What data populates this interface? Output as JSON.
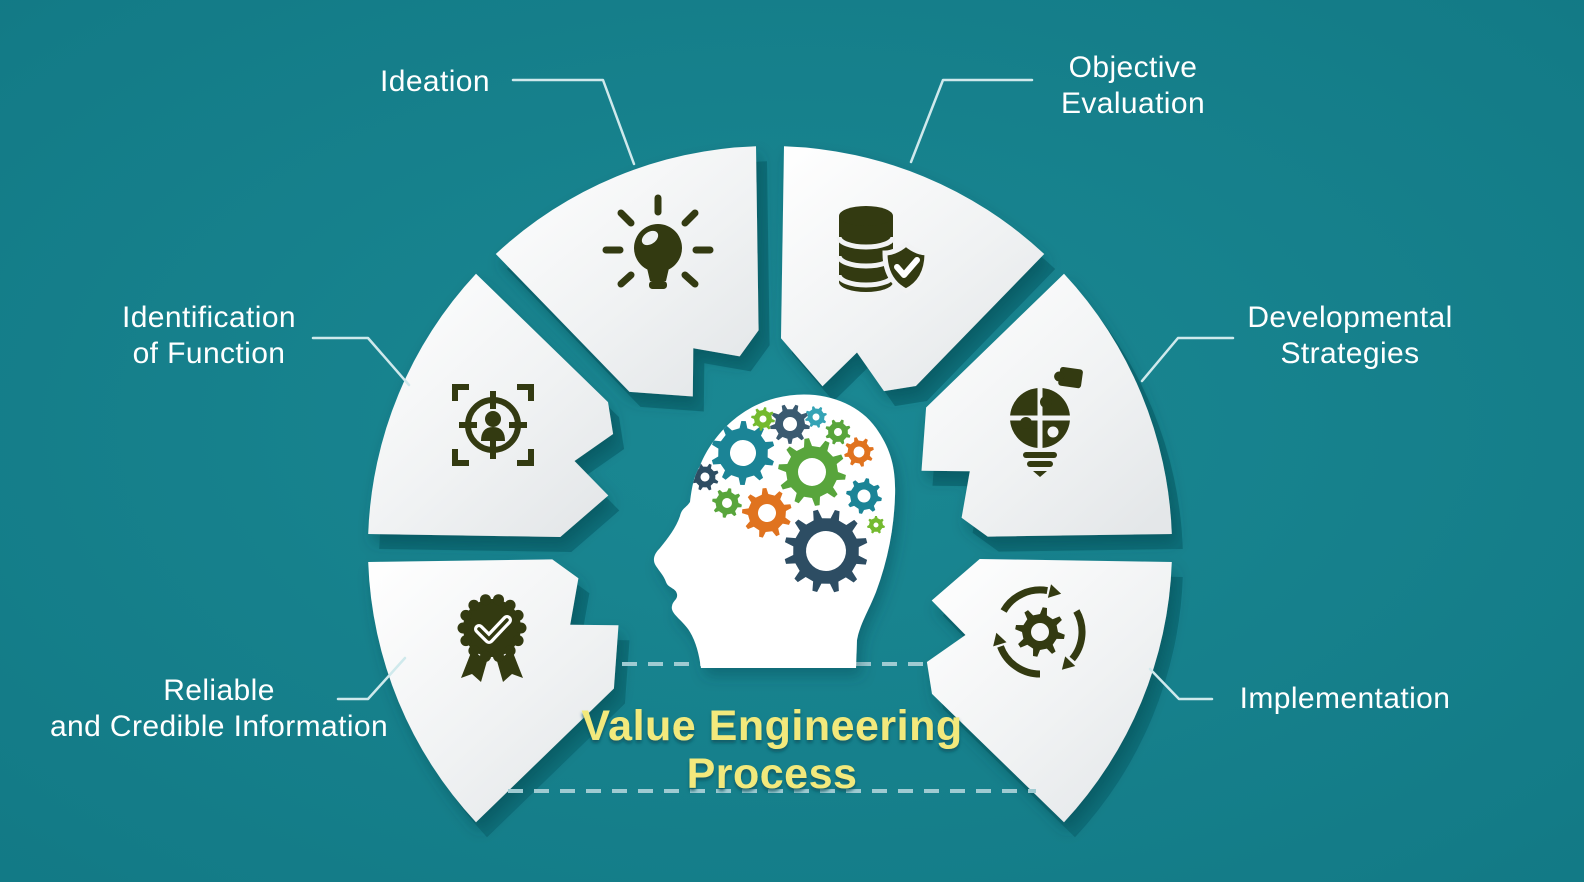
{
  "title": {
    "line1": "Value Engineering",
    "line2": "Process"
  },
  "segments": [
    {
      "name": "ideation",
      "lines": [
        "Ideation"
      ],
      "icon": "lightbulb-idea-icon"
    },
    {
      "name": "objective-evaluation",
      "lines": [
        "Objective",
        "Evaluation"
      ],
      "icon": "database-verified-icon"
    },
    {
      "name": "developmental-strategies",
      "lines": [
        "Developmental",
        "Strategies"
      ],
      "icon": "puzzle-lightbulb-icon"
    },
    {
      "name": "implementation",
      "lines": [
        "Implementation"
      ],
      "icon": "gear-cycle-icon"
    },
    {
      "name": "reliable-credible-information",
      "lines": [
        "Reliable",
        "and Credible Information"
      ],
      "icon": "award-badge-check-icon"
    },
    {
      "name": "identification-of-function",
      "lines": [
        "Identification",
        "of Function"
      ],
      "icon": "person-target-icon"
    }
  ],
  "center": {
    "illustration": "head-with-gears-icon"
  },
  "colors": {
    "background": "#16818C",
    "segment_fill": "#F2F3F4",
    "icon": "#333A11",
    "title": "#F2E97C",
    "label": "#FFFFFF",
    "connector": "#CFE9EC",
    "dashed_line": "#9FCBD2",
    "gear_teal": "#1B8496",
    "gear_navy": "#2D4D63",
    "gear_green": "#58A53C",
    "gear_light_green": "#74BA2F",
    "gear_orange": "#E0731F",
    "gear_light_teal": "#35A3B5"
  }
}
